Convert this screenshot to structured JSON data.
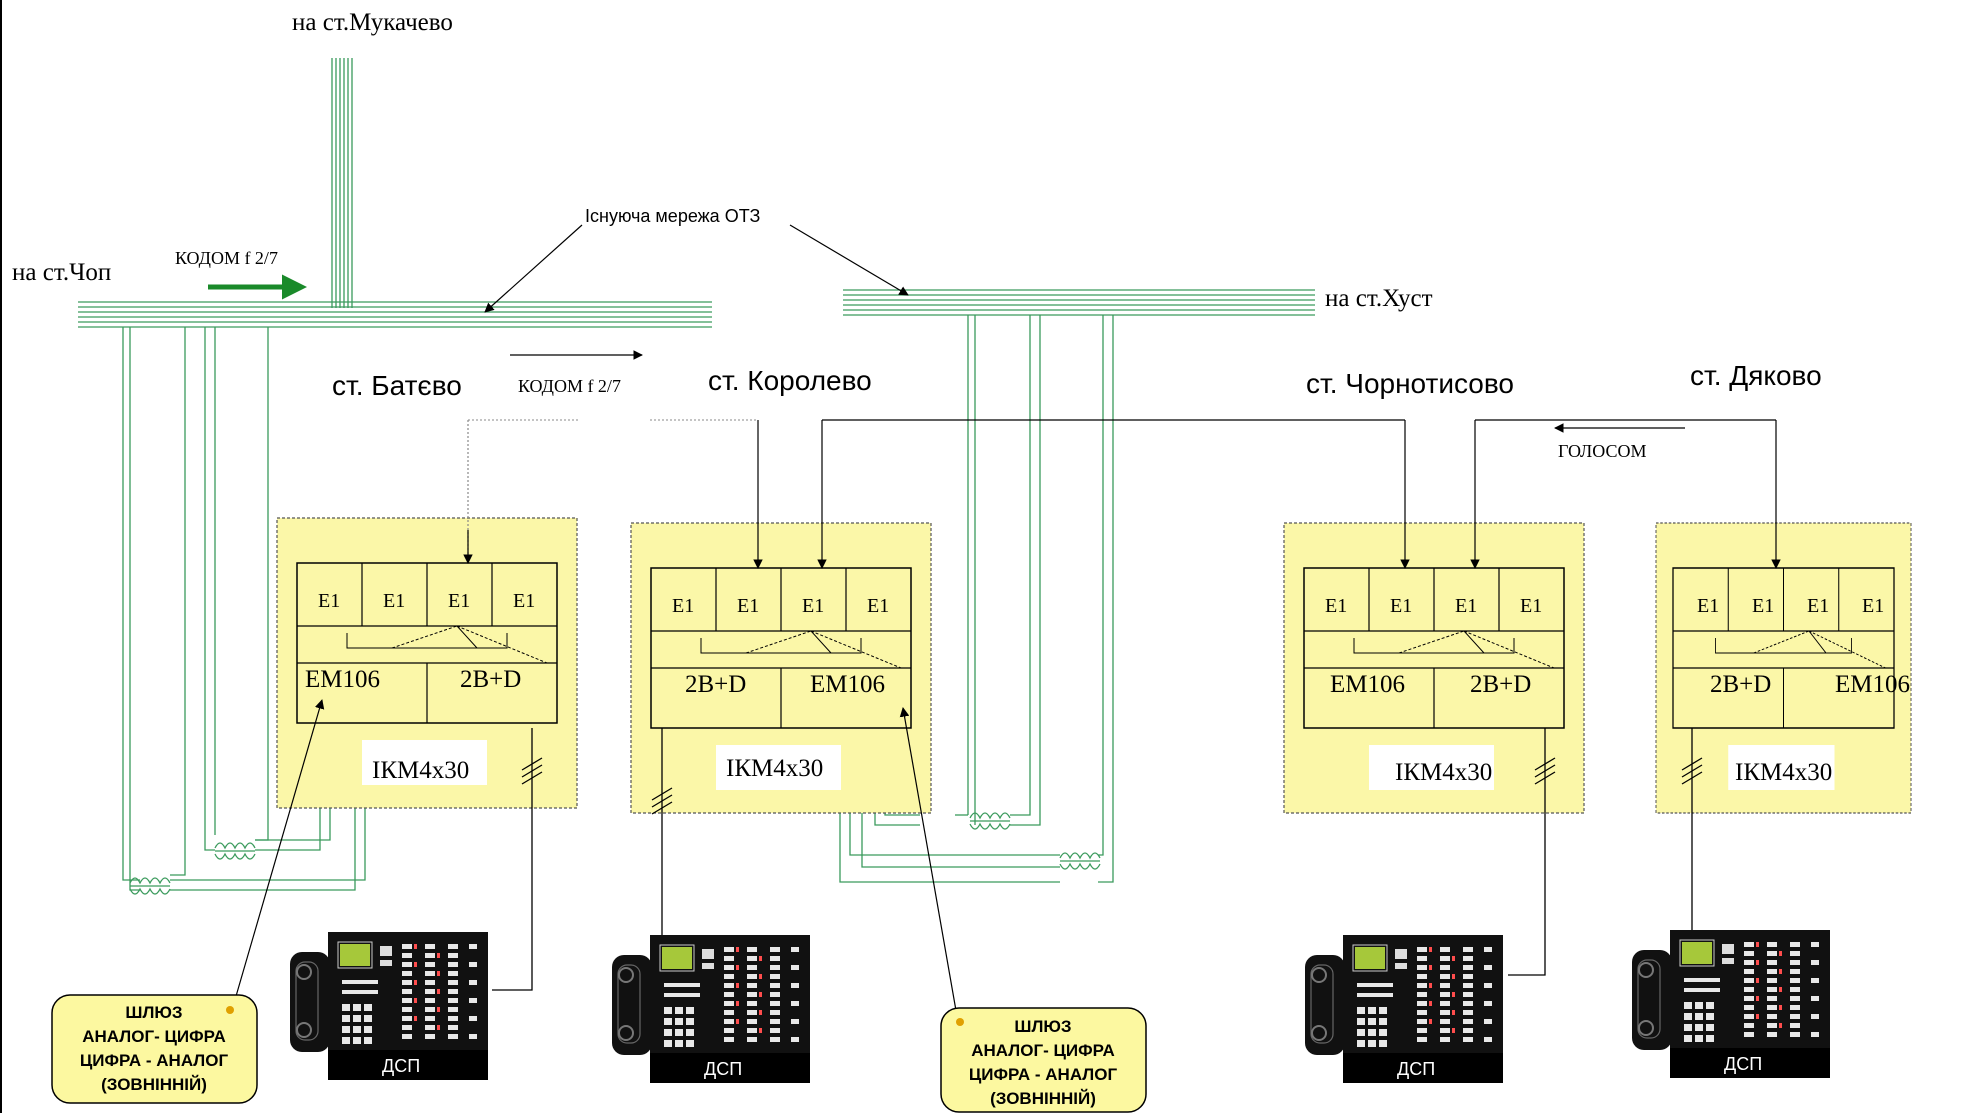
{
  "top_labels": {
    "mukachevo": "на ст.Мукачево",
    "chop": "на ст.Чоп",
    "khust": "на ст.Хуст",
    "network": "Існуюча мережа ОТЗ",
    "kodom_left": "КОДОМ  f  2/7",
    "kodom_mid": "КОДОМ  f  2/7",
    "golosom": "ГОЛОСОМ"
  },
  "stations": [
    {
      "name": "ст. Батєво",
      "e1": [
        "E1",
        "E1",
        "E1",
        "E1"
      ],
      "left_module": "EM106",
      "right_module": "2B+D",
      "ikm": "ІКМ4х30",
      "phone_label": "ДСП"
    },
    {
      "name": "ст. Королево",
      "e1": [
        "E1",
        "E1",
        "E1",
        "E1"
      ],
      "left_module": "2B+D",
      "right_module": "EM106",
      "ikm": "ІКМ4х30",
      "phone_label": "ДСП"
    },
    {
      "name": "ст. Чорнотисово",
      "e1": [
        "E1",
        "E1",
        "E1",
        "E1"
      ],
      "left_module": "EM106",
      "right_module": "2B+D",
      "ikm": "ІКМ4х30",
      "phone_label": "ДСП"
    },
    {
      "name": "ст. Дяково",
      "e1": [
        "E1",
        "E1",
        "E1",
        "E1"
      ],
      "left_module": "2B+D",
      "right_module": "EM106",
      "ikm": "ІКМ4х30",
      "phone_label": "ДСП"
    }
  ],
  "gateways": [
    {
      "lines": [
        "ШЛЮЗ",
        "АНАЛОГ- ЦИФРА",
        "ЦИФРА - АНАЛОГ",
        "(ЗОВНІННІЙ)"
      ]
    },
    {
      "lines": [
        "ШЛЮЗ",
        "АНАЛОГ- ЦИФРА",
        "ЦИФРА - АНАЛОГ",
        "(ЗОВНІННІЙ)"
      ]
    }
  ],
  "colors": {
    "wire": "#3a9a5c",
    "arrow_green": "#1a8a2a",
    "station_fill": "#fbf7a8",
    "gateway_fill": "#fcf8a0",
    "phone_body": "#111111",
    "phone_screen": "#a6c83a"
  }
}
